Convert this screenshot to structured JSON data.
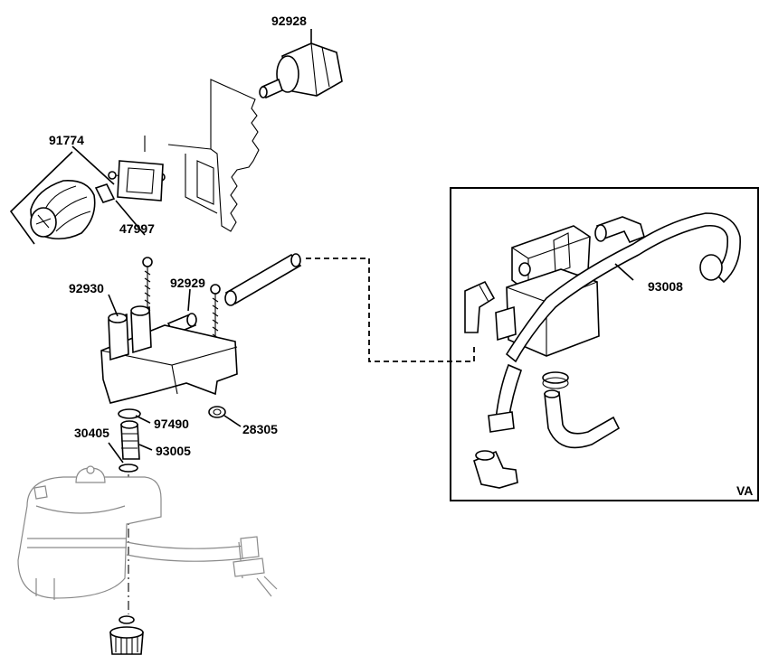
{
  "diagram": {
    "part_numbers": {
      "p92928": "92928",
      "p91774": "91774",
      "p47997": "47997",
      "p92930": "92930",
      "p92929": "92929",
      "p97490": "97490",
      "p28305": "28305",
      "p30405": "30405",
      "p93005": "93005",
      "p93008": "93008"
    },
    "inset_label": "VA"
  }
}
